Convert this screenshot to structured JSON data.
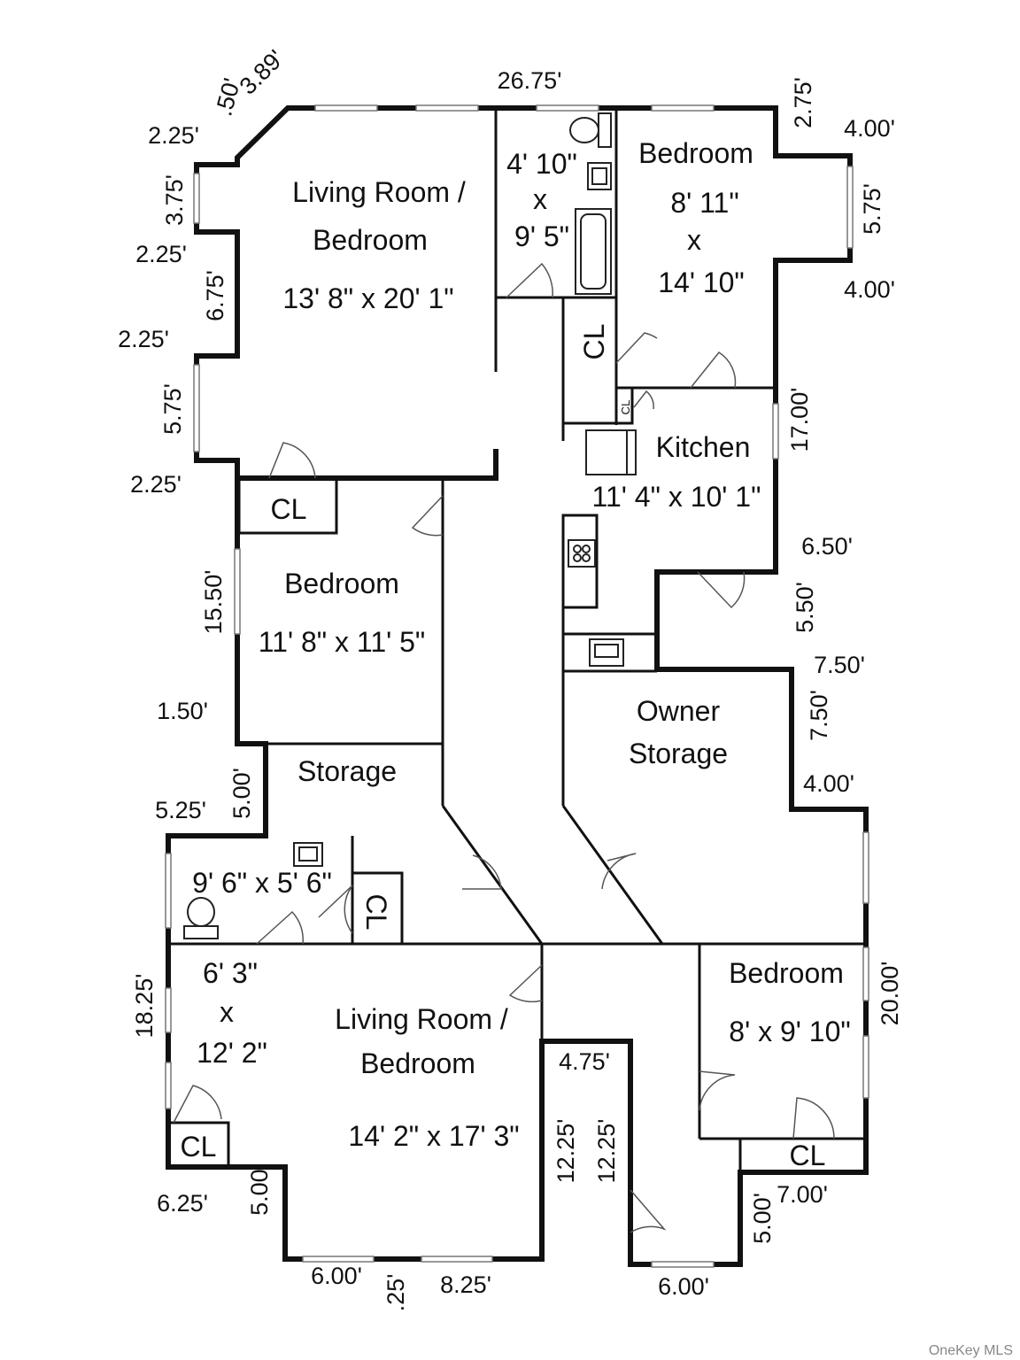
{
  "rooms": {
    "living_top_name": "Living Room /",
    "living_top_name2": "Bedroom",
    "living_top_dims": "13' 8\" x 20' 1\"",
    "bath_top_w": "4' 10\"",
    "bath_top_x": "x",
    "bath_top_h": "9' 5\"",
    "bedroom_ne_name": "Bedroom",
    "bedroom_ne_w": "8' 11\"",
    "bedroom_ne_x": "x",
    "bedroom_ne_h": "14' 10\"",
    "closet_kitchen": "CL",
    "closet_small": "CL",
    "kitchen_name": "Kitchen",
    "kitchen_dims": "11' 4\" x 10' 1\"",
    "closet_living": "CL",
    "bedroom_mid_name": "Bedroom",
    "bedroom_mid_dims": "11' 8\" x 11' 5\"",
    "owner_storage_1": "Owner",
    "owner_storage_2": "Storage",
    "storage_name": "Storage",
    "bath_low_dims": "9' 6\" x 5' 6\"",
    "closet_bath": "CL",
    "living_low_w": "6' 3\"",
    "living_low_x": "x",
    "living_low_h": "12' 2\"",
    "living_low_name": "Living Room /",
    "living_low_name2": "Bedroom",
    "living_low_dims": "14' 2\" x 17' 3\"",
    "closet_living_low": "CL",
    "bedroom_se_name": "Bedroom",
    "bedroom_se_dims": "8' x 9' 10\"",
    "closet_se": "CL"
  },
  "dims": {
    "top": "26.75'",
    "d050": ".50'",
    "d389": "3.89'",
    "d275": "2.75'",
    "d400a": "4.00'",
    "d575r": "5.75'",
    "d400b": "4.00'",
    "d225a": "2.25'",
    "d375": "3.75'",
    "d225b": "2.25'",
    "d675": "6.75'",
    "d225c": "2.25'",
    "d575l": "5.75'",
    "d225d": "2.25'",
    "d1700": "17.00'",
    "d650": "6.50'",
    "d550": "5.50'",
    "d750a": "7.50'",
    "d750b": "7.50'",
    "d400c": "4.00'",
    "d1550": "15.50'",
    "d150": "1.50'",
    "d500a": "5.00'",
    "d525": "5.25'",
    "d1825": "18.25'",
    "d2000": "20.00'",
    "d475": "4.75'",
    "d1225a": "12.25'",
    "d1225b": "12.25'",
    "d700": "7.00'",
    "d500b": "5.00'",
    "d625": "6.25'",
    "d500c": "5.00'",
    "d600a": "6.00'",
    "d025": ".25'",
    "d825": "8.25'",
    "d600b": "6.00'"
  },
  "watermark": "OneKey MLS"
}
